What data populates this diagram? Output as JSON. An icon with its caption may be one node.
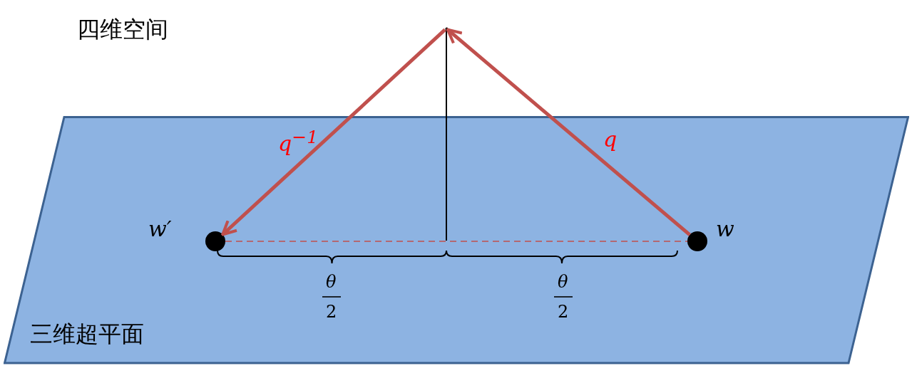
{
  "diagram": {
    "nodes": [
      {
        "text": [
          "三维超平面"
        ]
      },
      {
        "text": [],
        "shape": "circle",
        "beside": [
          "w′"
        ],
        "in": 0
      },
      {
        "text": [],
        "shape": "circle",
        "beside": [
          "w"
        ],
        "in": 0
      },
      {
        "text": [],
        "shape": "point"
      }
    ],
    "edges": [
      {
        "from": 2,
        "to": 3,
        "arrow": "to",
        "label": "q"
      },
      {
        "from": 3,
        "to": 1,
        "arrow": "to",
        "label": "q$^{−1}$"
      },
      {
        "from": 1,
        "to": 2,
        "arrow": "none",
        "style": "dashed"
      }
    ],
    "labels": [
      "四维空间",
      "θ",
      "2",
      "θ",
      "2"
    ]
  }
}
